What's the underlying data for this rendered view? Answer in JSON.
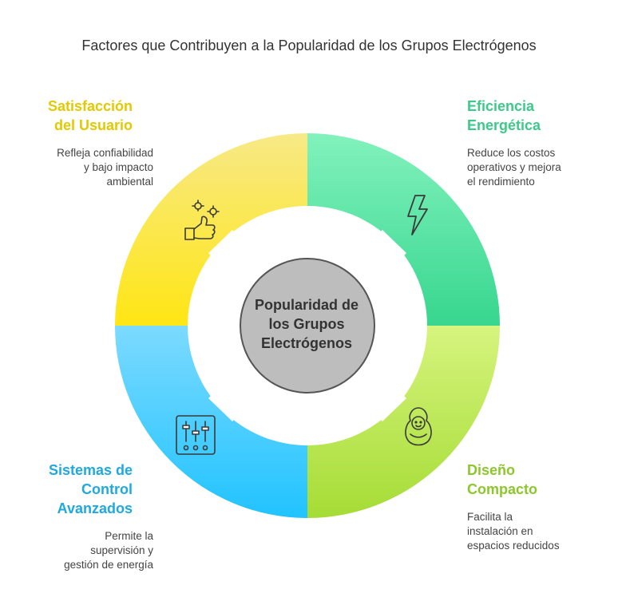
{
  "title": "Factores que Contribuyen a la Popularidad de los Grupos Electrógenos",
  "center": {
    "lines": [
      "Popularidad de",
      "los Grupos",
      "Electrógenos"
    ],
    "color": "#BDBDBD"
  },
  "factors": [
    {
      "key": "satisfaccion",
      "heading_lines": [
        "Satisfacción",
        "del Usuario"
      ],
      "desc_lines": [
        "Refleja confiabilidad",
        "y bajo impacto",
        "ambiental"
      ],
      "color": "#E2C900",
      "gradient": [
        "#F7E987",
        "#FFE614"
      ],
      "icon": "thumbs-up-flowers-icon"
    },
    {
      "key": "eficiencia",
      "heading_lines": [
        "Eficiencia",
        "Energética"
      ],
      "desc_lines": [
        "Reduce los costos",
        "operativos y mejora",
        "el rendimiento"
      ],
      "color": "#3CC98A",
      "gradient": [
        "#82F2BC",
        "#37D68F"
      ],
      "icon": "lightning-bolt-icon"
    },
    {
      "key": "diseno",
      "heading_lines": [
        "Diseño",
        "Compacto"
      ],
      "desc_lines": [
        "Facilita la",
        "instalación en",
        "espacios reducidos"
      ],
      "color": "#8CC72B",
      "gradient": [
        "#D6F47E",
        "#A5DC35"
      ],
      "icon": "nesting-doll-icon"
    },
    {
      "key": "sistemas",
      "heading_lines": [
        "Sistemas de",
        "Control",
        "Avanzados"
      ],
      "desc_lines": [
        "Permite la",
        "supervisión y",
        "gestión de energía"
      ],
      "color": "#1FA9E0",
      "gradient": [
        "#7CDAFF",
        "#21C3FF"
      ],
      "icon": "control-sliders-icon"
    }
  ]
}
